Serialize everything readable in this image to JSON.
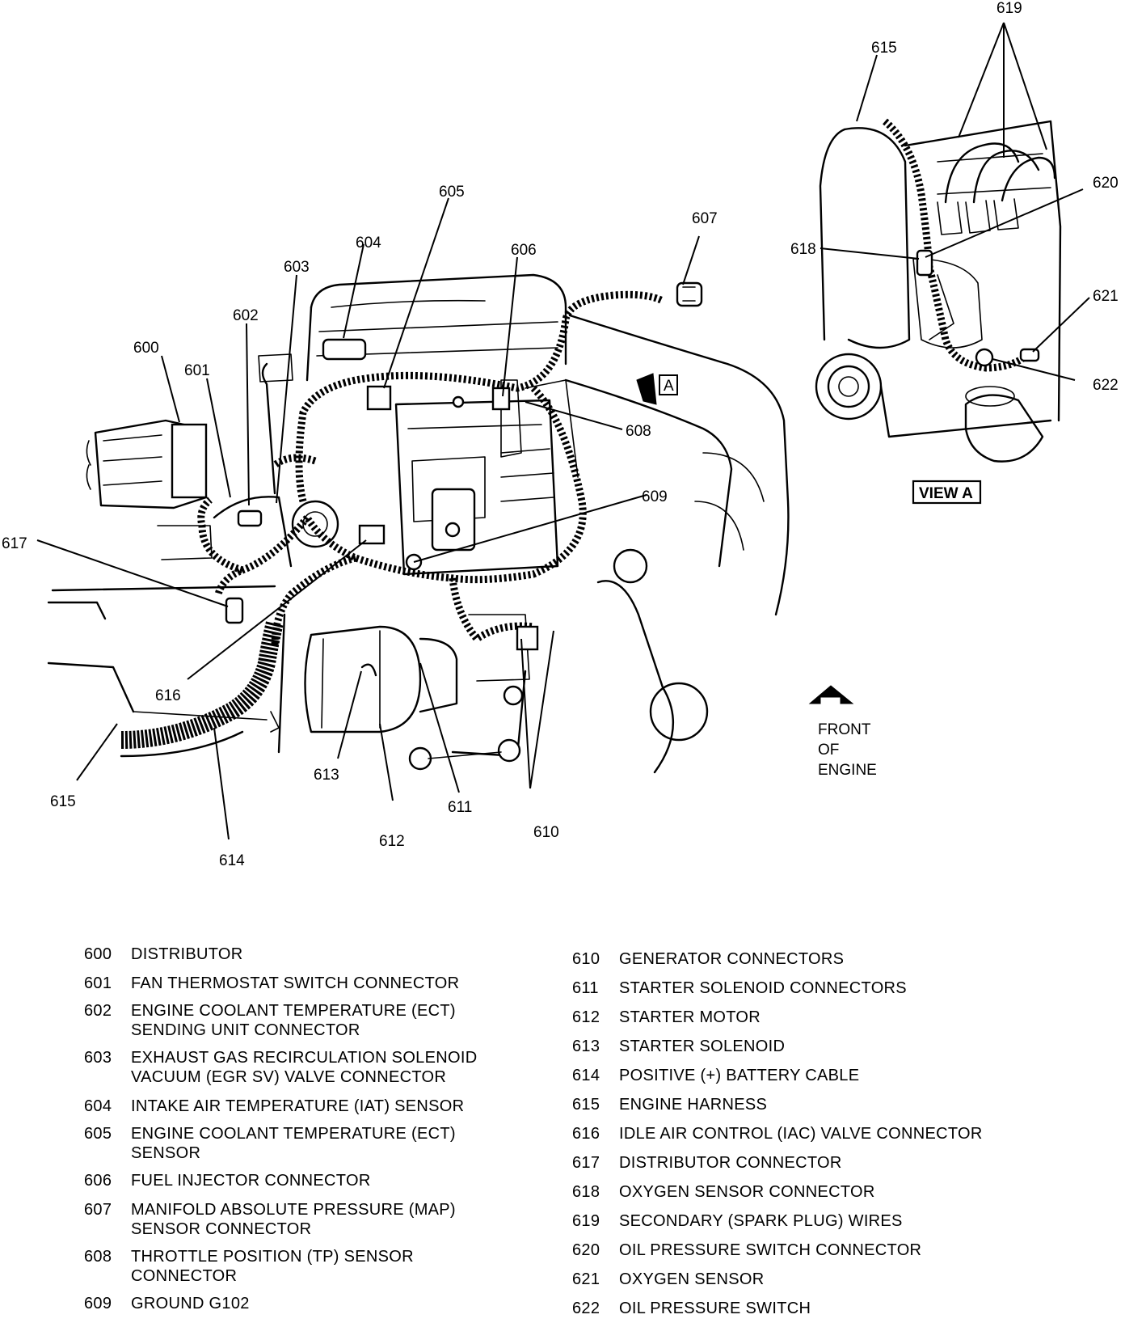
{
  "callouts": {
    "c600": "600",
    "c601": "601",
    "c602": "602",
    "c603": "603",
    "c604": "604",
    "c605": "605",
    "c606": "606",
    "c607": "607",
    "c608": "608",
    "c609": "609",
    "c610": "610",
    "c611": "611",
    "c612": "612",
    "c613": "613",
    "c614": "614",
    "c615a": "615",
    "c615b": "615",
    "c616": "616",
    "c617": "617",
    "c618": "618",
    "c619": "619",
    "c620": "620",
    "c621": "621",
    "c622": "622"
  },
  "view_marker": "A",
  "view_label": "VIEW A",
  "front_label": [
    "FRONT",
    "OF",
    "ENGINE"
  ],
  "legend_left": [
    {
      "num": "600",
      "text": "DISTRIBUTOR"
    },
    {
      "num": "601",
      "text": "FAN THERMOSTAT SWITCH CONNECTOR"
    },
    {
      "num": "602",
      "text": "ENGINE COOLANT TEMPERATURE (ECT)\nSENDING UNIT CONNECTOR"
    },
    {
      "num": "603",
      "text": "EXHAUST GAS RECIRCULATION SOLENOID\nVACUUM (EGR SV) VALVE CONNECTOR"
    },
    {
      "num": "604",
      "text": "INTAKE AIR TEMPERATURE (IAT) SENSOR"
    },
    {
      "num": "605",
      "text": "ENGINE COOLANT TEMPERATURE (ECT)\nSENSOR"
    },
    {
      "num": "606",
      "text": "FUEL INJECTOR CONNECTOR"
    },
    {
      "num": "607",
      "text": "MANIFOLD ABSOLUTE PRESSURE (MAP)\nSENSOR CONNECTOR"
    },
    {
      "num": "608",
      "text": "THROTTLE POSITION (TP) SENSOR\nCONNECTOR"
    },
    {
      "num": "609",
      "text": "GROUND G102"
    }
  ],
  "legend_right": [
    {
      "num": "610",
      "text": "GENERATOR CONNECTORS"
    },
    {
      "num": "611",
      "text": "STARTER SOLENOID CONNECTORS"
    },
    {
      "num": "612",
      "text": "STARTER MOTOR"
    },
    {
      "num": "613",
      "text": "STARTER SOLENOID"
    },
    {
      "num": "614",
      "text": "POSITIVE (+) BATTERY CABLE"
    },
    {
      "num": "615",
      "text": "ENGINE HARNESS"
    },
    {
      "num": "616",
      "text": "IDLE AIR CONTROL (IAC) VALVE CONNECTOR"
    },
    {
      "num": "617",
      "text": "DISTRIBUTOR CONNECTOR"
    },
    {
      "num": "618",
      "text": "OXYGEN SENSOR CONNECTOR"
    },
    {
      "num": "619",
      "text": "SECONDARY (SPARK PLUG) WIRES"
    },
    {
      "num": "620",
      "text": "OIL PRESSURE SWITCH CONNECTOR"
    },
    {
      "num": "621",
      "text": "OXYGEN SENSOR"
    },
    {
      "num": "622",
      "text": "OIL PRESSURE SWITCH"
    }
  ]
}
